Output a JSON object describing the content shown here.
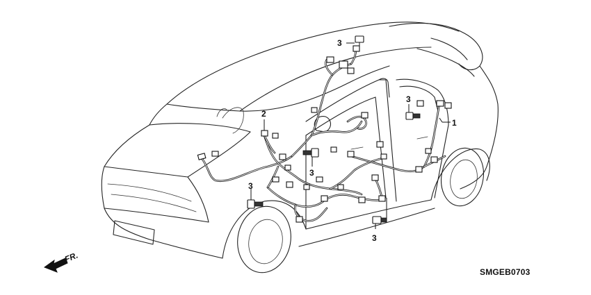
{
  "callouts": {
    "part_1": "1",
    "part_2": "2",
    "part_3a": "3",
    "part_3b": "3",
    "part_3c": "3",
    "part_3d": "3",
    "part_3e": "3"
  },
  "direction": {
    "label": "FR."
  },
  "reference_code": "SMGEB0703",
  "icons": {
    "arrow": "front-direction-arrow-icon"
  }
}
